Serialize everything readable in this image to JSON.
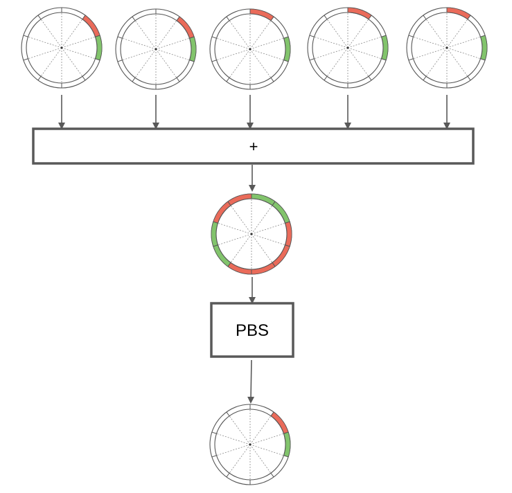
{
  "colors": {
    "red": "#ea6b5a",
    "green": "#82c46c",
    "ring_stroke": "#555555",
    "spoke": "#8a8a8a",
    "box_stroke": "#595959",
    "arrow": "#595959"
  },
  "sum_box": {
    "label": "+"
  },
  "pbs_box": {
    "label": "PBS"
  },
  "wheel_segments": 10,
  "input_wheels": [
    {
      "highlights": [
        {
          "segment": 1,
          "color": "red"
        },
        {
          "segment": 2,
          "color": "green"
        }
      ]
    },
    {
      "highlights": [
        {
          "segment": 1,
          "color": "red"
        },
        {
          "segment": 2,
          "color": "green"
        }
      ]
    },
    {
      "highlights": [
        {
          "segment": 0,
          "color": "red"
        },
        {
          "segment": 2,
          "color": "green"
        }
      ]
    },
    {
      "highlights": [
        {
          "segment": 0,
          "color": "red"
        },
        {
          "segment": 2,
          "color": "green"
        }
      ]
    },
    {
      "highlights": [
        {
          "segment": 0,
          "color": "red"
        },
        {
          "segment": 2,
          "color": "green"
        }
      ]
    }
  ],
  "sum_wheel": {
    "highlights": [
      {
        "segment": 0,
        "color": "green"
      },
      {
        "segment": 1,
        "color": "green"
      },
      {
        "segment": 2,
        "color": "red"
      },
      {
        "segment": 3,
        "color": "red"
      },
      {
        "segment": 4,
        "color": "red"
      },
      {
        "segment": 5,
        "color": "red"
      },
      {
        "segment": 6,
        "color": "green"
      },
      {
        "segment": 7,
        "color": "green"
      },
      {
        "segment": 8,
        "color": "red"
      },
      {
        "segment": 9,
        "color": "red"
      }
    ]
  },
  "output_wheel": {
    "highlights": [
      {
        "segment": 1,
        "color": "red"
      },
      {
        "segment": 2,
        "color": "green"
      }
    ]
  }
}
